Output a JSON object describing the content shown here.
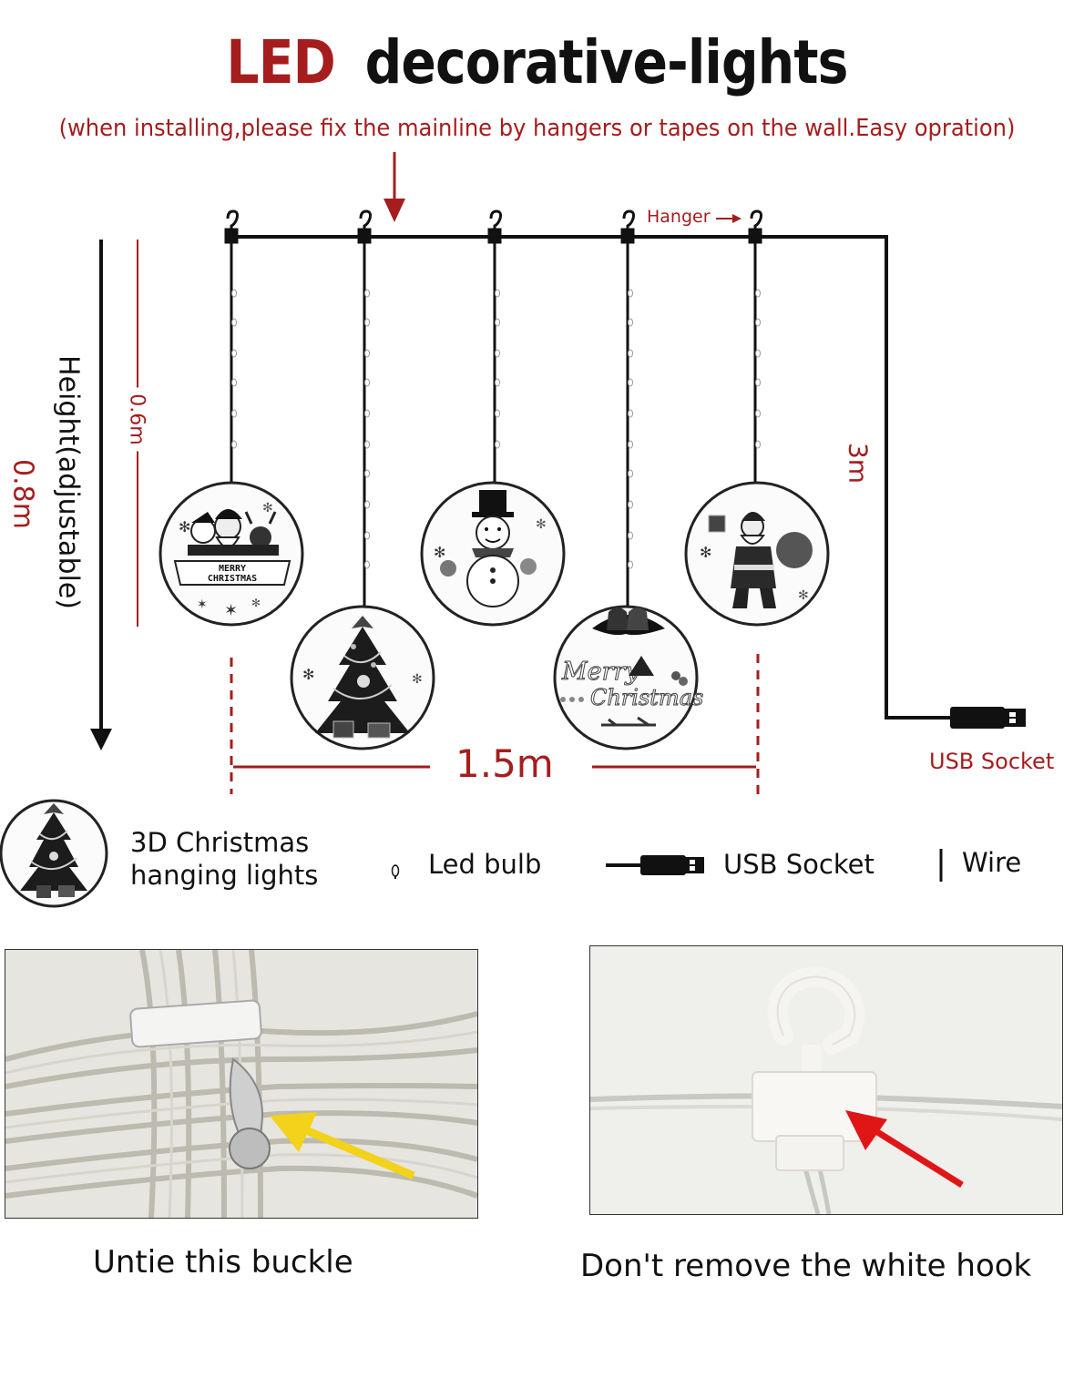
{
  "header": {
    "title_led": "LED",
    "title_rest": "decorative-lights",
    "subtitle": "(when installing,please fix the mainline by hangers or tapes on the wall.Easy opration)"
  },
  "diagram": {
    "hanger_label": "Hanger",
    "usb_label": "USB Socket",
    "width_label": "1.5m",
    "height_total_label": "0.8m",
    "height_adjustable_label": "Height(adjustable)",
    "height_part_label": "0.6m",
    "wire_length_label": "3m",
    "ornaments": [
      {
        "name": "santa-snowman-reindeer",
        "text": "MERRY CHRISTMAS"
      },
      {
        "name": "christmas-tree",
        "text": ""
      },
      {
        "name": "snowman",
        "text": ""
      },
      {
        "name": "merry-christmas-bells",
        "text_1": "Merry",
        "text_2": "Christmas"
      },
      {
        "name": "santa-with-gifts",
        "text": ""
      }
    ]
  },
  "legend": {
    "ornament_line1": "3D Christmas",
    "ornament_line2": "hanging lights",
    "bulb": "Led bulb",
    "usb": "USB Socket",
    "wire": "Wire"
  },
  "photos": {
    "left_caption": "Untie this buckle",
    "right_caption": "Don't remove the white hook"
  },
  "colors": {
    "accent_red": "#a51d1d",
    "line_black": "#111111",
    "arrow_yellow": "#f2d21a",
    "arrow_red": "#e01616"
  }
}
